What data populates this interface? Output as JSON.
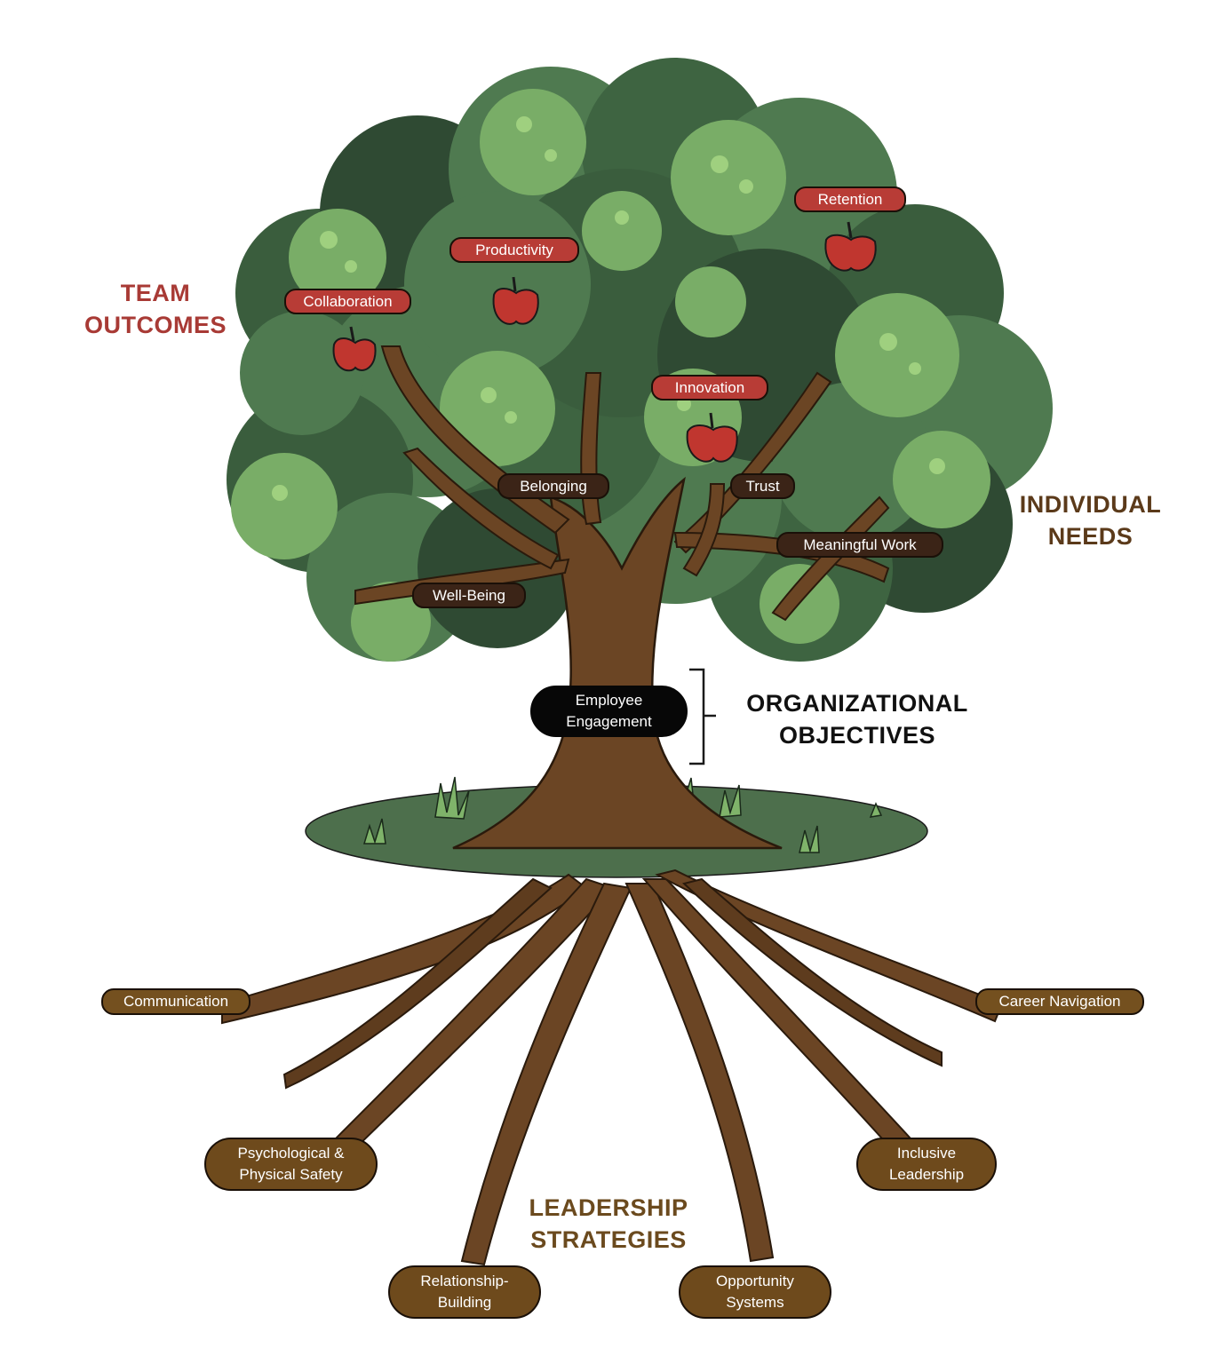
{
  "headings": {
    "team_outcomes": [
      "TEAM",
      "OUTCOMES"
    ],
    "individual_needs": [
      "INDIVIDUAL",
      "NEEDS"
    ],
    "organizational_objectives": [
      "ORGANIZATIONAL",
      "OBJECTIVES"
    ],
    "leadership_strategies": [
      "LEADERSHIP",
      "STRATEGIES"
    ]
  },
  "team_outcomes": [
    "Retention",
    "Productivity",
    "Collaboration",
    "Innovation"
  ],
  "individual_needs": [
    "Belonging",
    "Trust",
    "Meaningful Work",
    "Well-Being"
  ],
  "organizational_objective": [
    "Employee",
    "Engagement"
  ],
  "leadership_strategies": {
    "communication": "Communication",
    "career_navigation": "Career Navigation",
    "psych_safety": [
      "Psychological &",
      "Physical Safety"
    ],
    "inclusive_leadership": [
      "Inclusive",
      "Leadership"
    ],
    "relationship_building": [
      "Relationship-",
      "Building"
    ],
    "opportunity_systems": [
      "Opportunity",
      "Systems"
    ]
  },
  "colors": {
    "canopy_dark": "#2f4a33",
    "canopy_mid": "#4f7a50",
    "canopy_light": "#79ad67",
    "leaf_highlight": "#9fd07f",
    "trunk": "#6b4524",
    "ground": "#4d6f4c",
    "apple": "#c0362f",
    "team_outcome_label": "#a83a35",
    "individual_need_label": "#3b2417",
    "leadership_label": "#74501f"
  }
}
